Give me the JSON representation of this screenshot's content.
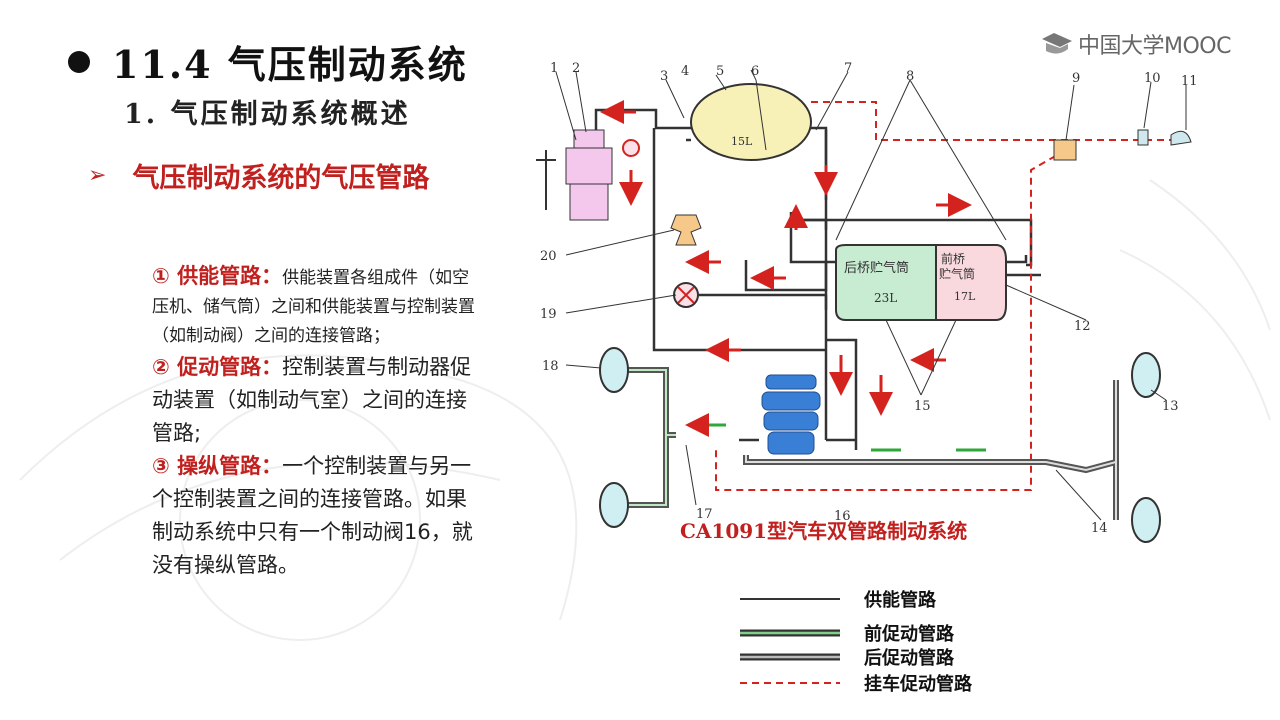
{
  "logo": {
    "text": "中国大学MOOC",
    "icon": "mooc-logo-icon"
  },
  "header": {
    "title": "11.4 气压制动系统",
    "subtitle": "1. 气压制动系统概述"
  },
  "section": {
    "marker": "➢",
    "title": "气压制动系统的气压管路"
  },
  "explanation": {
    "item1_label": "① 供能管路：",
    "item1_text": "供能装置各组成件（如空压机、储气筒）之间和供能装置与控制装置（如制动阀）之间的连接管路；",
    "item2_label": "② 促动管路：",
    "item2_text": "控制装置与制动器促动装置（如制动气室）之间的连接管路;",
    "item3_label": "③ 操纵管路：",
    "item3_text": "一个控制装置与另一个控制装置之间的连接管路。如果制动系统中只有一个制动阀16，就没有操纵管路。"
  },
  "diagram": {
    "caption": "CA1091型汽车双管路制动系统",
    "tank_front": "15L",
    "tank_rear_label": "后桥贮气筒",
    "tank_rear_volume": "23L",
    "tank_front_axle_label1": "前桥",
    "tank_front_axle_label2": "贮气筒",
    "tank_front_axle_volume": "17L",
    "numbers": [
      "1",
      "2",
      "3",
      "4",
      "5",
      "6",
      "7",
      "8",
      "9",
      "10",
      "11",
      "12",
      "13",
      "14",
      "15",
      "16",
      "17",
      "18",
      "19",
      "20"
    ],
    "colors": {
      "red": "#d4231f",
      "green": "#2fa83a",
      "blue": "#3a7fd6",
      "tank_yellow": "#f7f1b8",
      "tank_green": "#c8ecd2",
      "tank_pink": "#f9d9de"
    }
  },
  "legend": {
    "items": [
      {
        "label": "供能管路",
        "style": "single"
      },
      {
        "label": "前促动管路",
        "style": "double-green"
      },
      {
        "label": "后促动管路",
        "style": "double-gray"
      },
      {
        "label": "挂车促动管路",
        "style": "dashed-red"
      }
    ]
  }
}
